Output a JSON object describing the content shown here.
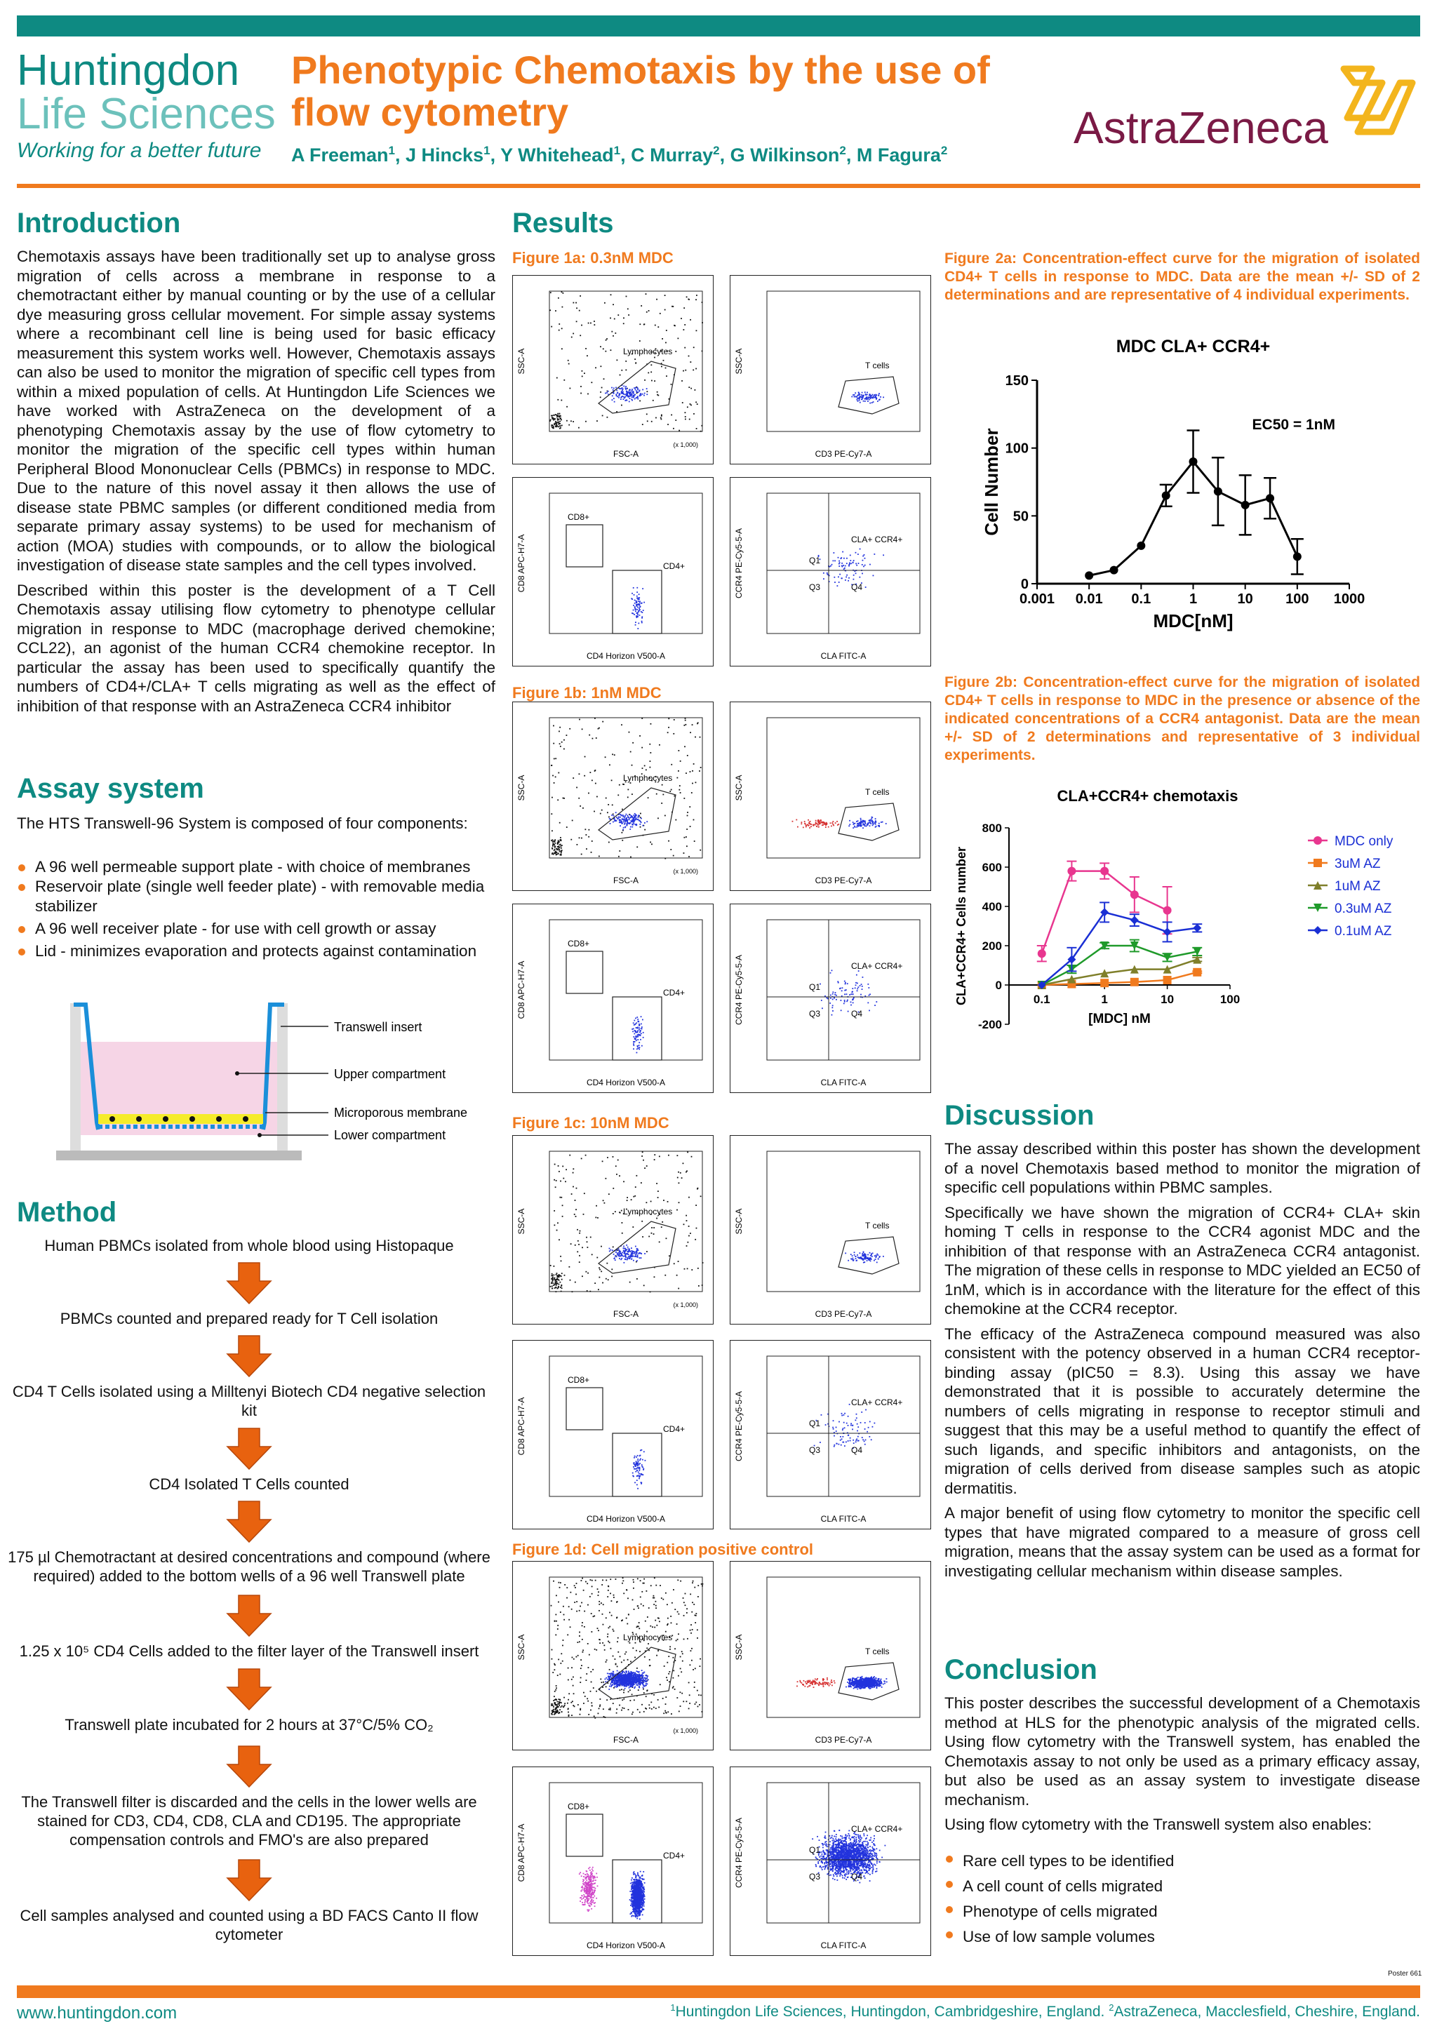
{
  "header": {
    "logo_line1": "Huntingdon",
    "logo_line2": "Life Sciences",
    "logo_tagline": "Working for a better future",
    "title": "Phenotypic Chemotaxis by the use of flow cytometry",
    "authors": [
      {
        "name": "A Freeman",
        "aff": "1"
      },
      {
        "name": "J Hincks",
        "aff": "1"
      },
      {
        "name": "Y Whitehead",
        "aff": "1"
      },
      {
        "name": "C Murray",
        "aff": "2"
      },
      {
        "name": "G Wilkinson",
        "aff": "2"
      },
      {
        "name": "M Fagura",
        "aff": "2"
      }
    ],
    "partner_logo": "AstraZeneca",
    "colors": {
      "teal": "#0e8a82",
      "orange": "#f07a1e",
      "az_purple": "#7a1a45",
      "az_yellow": "#f3b51d"
    }
  },
  "introduction": {
    "heading": "Introduction",
    "paragraphs": [
      "Chemotaxis assays have been traditionally set up to analyse gross migration of cells across a membrane in response to a chemotractant either by manual counting or by the use of a cellular dye measuring gross cellular movement. For simple assay systems where a recombinant cell line is being used for basic efficacy measurement this system works well. However, Chemotaxis assays can also be used to monitor the migration of specific cell types from within a mixed population of cells. At Huntingdon Life Sciences we have worked with AstraZeneca on the development of a phenotyping Chemotaxis assay by the use of flow cytometry to monitor the migration of the specific cell types within human Peripheral Blood Mononuclear Cells (PBMCs) in response to MDC. Due to the nature of this novel assay it then allows the use of disease state PBMC samples (or different conditioned media from separate primary assay systems) to be used for mechanism of action (MOA) studies with compounds, or to allow the biological investigation of disease state samples and the cell types involved.",
      "Described within this poster is the development of a T Cell Chemotaxis assay utilising flow cytometry to phenotype cellular migration in response to MDC (macrophage derived chemokine; CCL22), an agonist of the human CCR4 chemokine receptor. In particular the assay has been used to specifically quantify the numbers of CD4+/CLA+ T cells migrating as well as the effect of inhibition of that response with an AstraZeneca CCR4 inhibitor"
    ]
  },
  "assay": {
    "heading": "Assay system",
    "intro": "The HTS Transwell-96 System is composed of four components:",
    "items": [
      "A 96 well permeable support plate - with choice of membranes",
      "Reservoir plate (single well feeder plate) - with removable media stabilizer",
      "A 96 well receiver plate - for use with cell growth or assay",
      "Lid - minimizes evaporation and protects against contamination"
    ],
    "diagram_labels": [
      "Transwell insert",
      "Upper compartment",
      "Microporous membrane",
      "Lower compartment"
    ]
  },
  "method": {
    "heading": "Method",
    "steps": [
      "Human PBMCs isolated from whole blood using Histopaque",
      "PBMCs counted and prepared ready for T Cell isolation",
      "CD4 T Cells isolated using a Milltenyi Biotech CD4 negative selection kit",
      "CD4 Isolated T Cells counted",
      "175 µl Chemotractant at desired concentrations and compound (where required) added to the bottom wells of a 96 well Transwell plate",
      "1.25 x 10⁵ CD4 Cells added to the filter layer of the Transwell insert",
      "Transwell plate incubated for 2 hours at 37°C/5% CO₂",
      "The Transwell filter is discarded and the cells in the lower wells are stained for CD3, CD4, CD8, CLA and CD195. The appropriate compensation controls and FMO's are also prepared",
      "Cell samples analysed and counted using a BD FACS Canto II flow cytometer"
    ]
  },
  "results": {
    "heading": "Results",
    "figure_labels": [
      "Figure 1a: 0.3nM MDC",
      "Figure 1b: 1nM MDC",
      "Figure 1c: 10nM MDC",
      "Figure 1d: Cell migration positive control"
    ],
    "flow_panels": {
      "p1": {
        "y": "SSC-A",
        "x": "FSC-A",
        "gate": "Lymphocytes",
        "unit": "(x 1,000)"
      },
      "p2": {
        "y": "SSC-A",
        "x": "CD3 PE-Cy7-A",
        "gate": "T cells"
      },
      "p3": {
        "y": "CD8 APC-H7-A",
        "x": "CD4 Horizon V500-A",
        "gate1": "CD8+",
        "gate2": "CD4+"
      },
      "p4": {
        "y": "CCR4 PE-Cy5-5-A",
        "x": "CLA FITC-A",
        "gate": "CLA+ CCR4+",
        "q1": "Q1",
        "q3": "Q3",
        "q4": "Q4"
      }
    },
    "fig2a_caption": "Figure 2a: Concentration-effect curve for the migration of isolated CD4+ T cells in response to MDC. Data are the mean +/- SD of 2 determinations and are representative of 4 individual experiments.",
    "fig2b_caption": "Figure 2b: Concentration-effect curve for the migration of isolated CD4+ T cells in response to MDC in the presence or absence of the indicated concentrations of a CCR4 antagonist. Data are the mean +/- SD of 2 determinations and representative of 3 individual experiments."
  },
  "chart_data": [
    {
      "type": "line",
      "title": "MDC CLA+ CCR4+",
      "xlabel": "MDC[nM]",
      "ylabel": "Cell Number",
      "xscale": "log",
      "xlim": [
        0.001,
        1000
      ],
      "ylim": [
        0,
        150
      ],
      "xticks": [
        "0.001",
        "0.01",
        "0.1",
        "1",
        "10",
        "100",
        "1000"
      ],
      "yticks": [
        "0",
        "50",
        "100",
        "150"
      ],
      "annotation": "EC50 = 1nM",
      "series": [
        {
          "color": "#000000",
          "x": [
            0.01,
            0.03,
            0.1,
            0.3,
            1,
            3,
            10,
            30,
            100
          ],
          "y": [
            6,
            10,
            28,
            65,
            90,
            68,
            58,
            63,
            20
          ],
          "err": [
            0,
            0,
            0,
            8,
            23,
            25,
            22,
            15,
            13
          ]
        }
      ]
    },
    {
      "type": "line",
      "title": "CLA+CCR4+ chemotaxis",
      "xlabel": "[MDC] nM",
      "ylabel": "CLA+CCR4+ Cells number",
      "xscale": "log",
      "xlim": [
        0.03,
        100
      ],
      "ylim": [
        -200,
        800
      ],
      "xticks": [
        "0.1",
        "1",
        "10",
        "100"
      ],
      "yticks": [
        "-200",
        "0",
        "200",
        "400",
        "600",
        "800"
      ],
      "legend": "right",
      "series": [
        {
          "name": "MDC only",
          "color": "#e8368f",
          "marker": "circle",
          "x": [
            0.1,
            0.3,
            1,
            3,
            10
          ],
          "y": [
            160,
            580,
            580,
            460,
            380
          ],
          "err": [
            40,
            50,
            40,
            90,
            120
          ]
        },
        {
          "name": "3uM AZ",
          "color": "#f07a1e",
          "marker": "square",
          "x": [
            0.1,
            0.3,
            1,
            3,
            10,
            30
          ],
          "y": [
            0,
            5,
            10,
            15,
            25,
            65
          ],
          "err": [
            0,
            0,
            0,
            0,
            0,
            5
          ]
        },
        {
          "name": "1uM AZ",
          "color": "#7f7f2a",
          "marker": "triangle-up",
          "x": [
            0.1,
            0.3,
            1,
            3,
            10,
            30
          ],
          "y": [
            0,
            30,
            60,
            80,
            80,
            130
          ],
          "err": [
            0,
            0,
            0,
            0,
            0,
            10
          ]
        },
        {
          "name": "0.3uM AZ",
          "color": "#1f9a2a",
          "marker": "triangle-down",
          "x": [
            0.1,
            0.3,
            1,
            3,
            10,
            30
          ],
          "y": [
            0,
            80,
            200,
            200,
            140,
            170
          ],
          "err": [
            0,
            20,
            15,
            30,
            20,
            20
          ]
        },
        {
          "name": "0.1uM AZ",
          "color": "#1a2fd4",
          "marker": "diamond",
          "x": [
            0.1,
            0.3,
            1,
            3,
            10,
            30
          ],
          "y": [
            0,
            130,
            370,
            330,
            270,
            290
          ],
          "err": [
            0,
            60,
            50,
            30,
            50,
            20
          ]
        }
      ]
    }
  ],
  "discussion": {
    "heading": "Discussion",
    "paragraphs": [
      "The assay described within this poster has shown the development of a novel Chemotaxis based method to monitor the migration of specific cell populations within PBMC samples.",
      "Specifically we have shown the migration of CCR4+ CLA+ skin homing T cells in response to the CCR4 agonist MDC and the inhibition of that response with an AstraZeneca CCR4 antagonist. The migration of these cells in response to MDC yielded an EC50 of 1nM, which is in accordance with the literature for the effect of this chemokine at the CCR4 receptor.",
      "The efficacy of the AstraZeneca compound measured was also consistent with the potency observed in a human CCR4 receptor-binding assay (pIC50 = 8.3). Using this assay we have demonstrated that it is possible to accurately determine the numbers of cells migrating in response to receptor stimuli and suggest that this may be a useful method to quantify the effect of such ligands, and specific inhibitors and antagonists, on the migration of cells derived from disease samples such as atopic dermatitis.",
      "A major benefit of using flow cytometry to monitor the specific cell types that have migrated compared to a measure of gross cell migration, means that the assay system can be used as a format for investigating cellular mechanism within disease samples."
    ]
  },
  "conclusion": {
    "heading": "Conclusion",
    "paragraphs": [
      "This poster describes the successful development of a Chemotaxis method at HLS for the phenotypic analysis of the migrated cells. Using flow cytometry with the Transwell system, has enabled the Chemotaxis assay to not only be used as a primary efficacy assay, but also be used as an assay system to investigate disease mechanism.",
      "Using flow cytometry with the Transwell system also enables:"
    ],
    "items": [
      "Rare cell types to be identified",
      "A cell count of cells migrated",
      "Phenotype of cells migrated",
      "Use of low sample volumes"
    ]
  },
  "footer": {
    "website": "www.huntingdon.com",
    "aff1": "Huntingdon Life Sciences, Huntingdon, Cambridgeshire, England.",
    "aff2": "AstraZeneca, Macclesfield, Cheshire, England.",
    "poster_no": "Poster 661"
  }
}
